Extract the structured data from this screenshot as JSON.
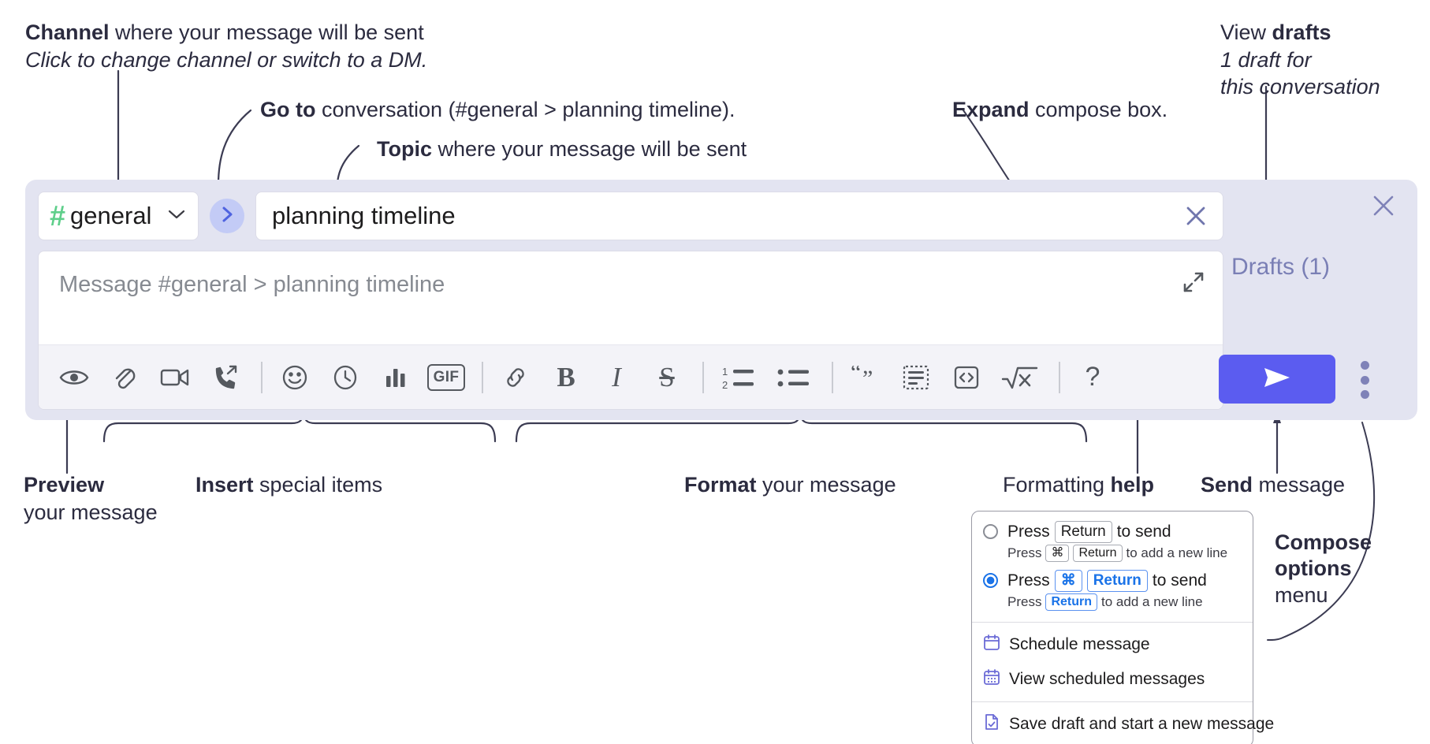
{
  "annotations": {
    "channel": {
      "bold": "Channel",
      "rest": " where your message will be sent",
      "italic": "Click to change channel or switch to a DM."
    },
    "goto": {
      "bold": "Go to",
      "rest": " conversation (#general > planning timeline)."
    },
    "topic": {
      "bold": "Topic",
      "rest": " where your message will be sent"
    },
    "expand": {
      "bold": "Expand",
      "rest": " compose box."
    },
    "drafts": {
      "lead": "View ",
      "bold": "drafts",
      "italic1": "1 draft for",
      "italic2": "this conversation"
    },
    "preview": {
      "bold": "Preview",
      "rest": "your message"
    },
    "insert": {
      "bold": "Insert",
      "rest": " special items"
    },
    "format": {
      "bold": "Format",
      "rest": " your message"
    },
    "help": {
      "lead": "Formatting ",
      "bold": "help"
    },
    "send": {
      "bold": "Send",
      "rest": " message"
    },
    "compose_options": {
      "bold1": "Compose",
      "bold2": "options",
      "rest": "menu"
    }
  },
  "compose": {
    "channel_chip": {
      "hash": "#",
      "label": "general",
      "icon": "chevron-down-icon"
    },
    "goto_button_icon": "chevron-right-icon",
    "topic": {
      "value": "planning timeline",
      "clear_icon": "close-icon"
    },
    "message": {
      "placeholder": "Message #general > planning timeline",
      "value": "",
      "expand_icon": "expand-icon"
    },
    "close_icon": "close-icon",
    "toolbar": [
      {
        "name": "preview-icon",
        "label": "Preview"
      },
      {
        "name": "attachment-icon",
        "label": "Attach file"
      },
      {
        "name": "video-icon",
        "label": "Record video clip"
      },
      {
        "name": "call-forward-icon",
        "label": "Audio clip"
      },
      {
        "name": "separator",
        "label": ""
      },
      {
        "name": "emoji-icon",
        "label": "Emoji"
      },
      {
        "name": "clock-icon",
        "label": "Reminder"
      },
      {
        "name": "bar-chart-icon",
        "label": "Poll"
      },
      {
        "name": "gif-icon",
        "label": "GIF"
      },
      {
        "name": "separator",
        "label": ""
      },
      {
        "name": "link-icon",
        "label": "Link"
      },
      {
        "name": "bold-icon",
        "label": "B"
      },
      {
        "name": "italic-icon",
        "label": "I"
      },
      {
        "name": "strikethrough-icon",
        "label": "S"
      },
      {
        "name": "separator",
        "label": ""
      },
      {
        "name": "ordered-list-icon",
        "label": "Ordered list"
      },
      {
        "name": "bulleted-list-icon",
        "label": "Bulleted list"
      },
      {
        "name": "separator",
        "label": ""
      },
      {
        "name": "blockquote-icon",
        "label": "Blockquote"
      },
      {
        "name": "code-block-icon",
        "label": "Code block"
      },
      {
        "name": "code-icon",
        "label": "Code"
      },
      {
        "name": "math-icon",
        "label": "Math"
      },
      {
        "name": "separator",
        "label": ""
      },
      {
        "name": "help-icon",
        "label": "?"
      }
    ],
    "drafts_label": "Drafts (1)",
    "send_button_icon": "send-icon",
    "kebab_icon": "more-options-icon"
  },
  "options_menu": {
    "option_1": {
      "selected": false,
      "press": "Press",
      "key": "Return",
      "suffix": "to send",
      "hint_press": "Press",
      "hint_key1": "⌘",
      "hint_key2": "Return",
      "hint_suffix": "to add a new line"
    },
    "option_2": {
      "selected": true,
      "press": "Press",
      "key1": "⌘",
      "key2": "Return",
      "suffix": "to send",
      "hint_press": "Press",
      "hint_key": "Return",
      "hint_suffix": "to add a new line"
    },
    "items": [
      {
        "icon": "calendar-schedule-icon",
        "label": "Schedule message"
      },
      {
        "icon": "calendar-grid-icon",
        "label": "View scheduled messages"
      },
      {
        "icon": "save-draft-icon",
        "label": "Save draft and start a new message"
      }
    ]
  },
  "colors": {
    "panel_bg": "#e3e4f1",
    "send_button": "#5b5cf0",
    "hash_green": "#5fcf8b",
    "goto_circle": "#c3cbf6",
    "drafts_text": "#7a7fb5",
    "annotation_text": "#2b2b3f",
    "menu_icon_purple": "#6b6bd6"
  }
}
